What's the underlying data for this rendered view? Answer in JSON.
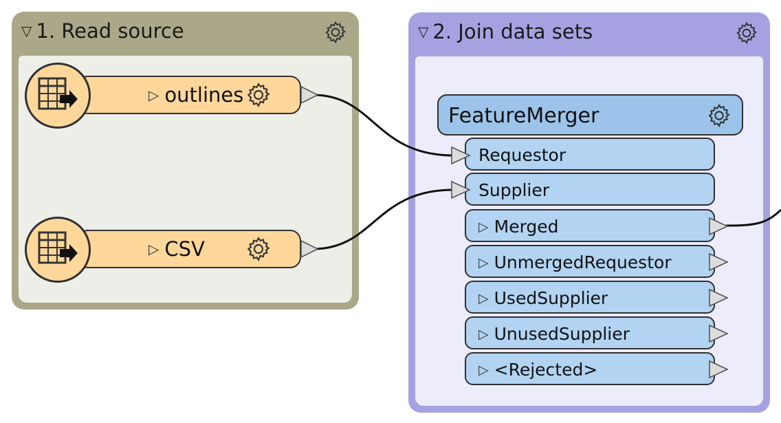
{
  "bookmarks": [
    {
      "title": "1. Read source",
      "expanded_icon": "triangle-down-icon",
      "settings_icon": "gear-icon",
      "color": "#aaa888"
    },
    {
      "title": "2. Join data sets",
      "expanded_icon": "triangle-down-icon",
      "settings_icon": "gear-icon",
      "color": "#a6a2e1"
    }
  ],
  "readers": [
    {
      "name": "outlines",
      "icon": "table-reader-icon",
      "settings_icon": "gear-icon"
    },
    {
      "name": "CSV",
      "icon": "table-reader-icon",
      "settings_icon": "gear-icon"
    }
  ],
  "transformer": {
    "name": "FeatureMerger",
    "settings_icon": "gear-icon",
    "input_ports": [
      "Requestor",
      "Supplier"
    ],
    "output_ports": [
      "Merged",
      "UnmergedRequestor",
      "UsedSupplier",
      "UnusedSupplier",
      "<Rejected>"
    ]
  },
  "connections": [
    {
      "from": "outlines",
      "to": "Requestor"
    },
    {
      "from": "CSV",
      "to": "Supplier"
    },
    {
      "from": "Merged",
      "to": ""
    }
  ],
  "colors": {
    "reader_fill": "#ffd79b",
    "transformer_fill": "#9cc4ea",
    "port_fill": "#b2d3f2",
    "outline": "#2f2f2f"
  }
}
